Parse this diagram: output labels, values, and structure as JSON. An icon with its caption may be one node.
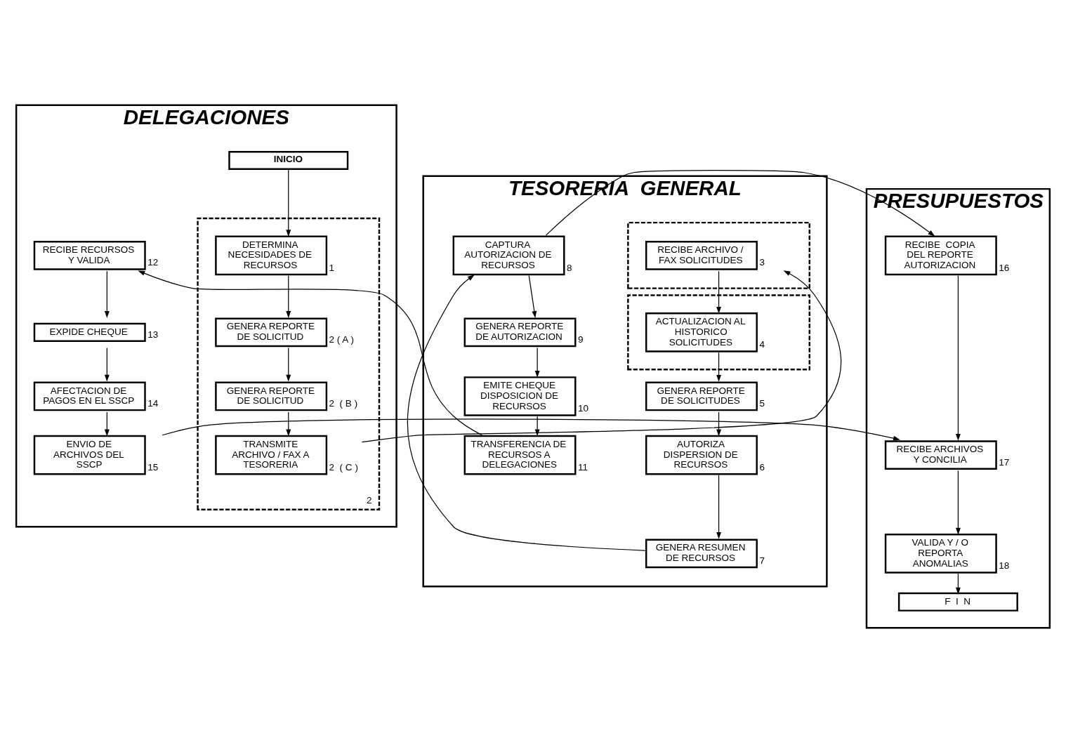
{
  "diagram": {
    "nodes": [
      {
        "text": [
          "DELEGACIONES"
        ]
      },
      {
        "text": [
          "TESORERIA  GENERAL"
        ]
      },
      {
        "text": [
          "PRESUPUESTOS"
        ]
      },
      {
        "text": [
          "INICIO"
        ],
        "in": 0
      },
      {
        "text": [],
        "shape": "box",
        "beside": [
          "2"
        ],
        "in": 0
      },
      {
        "text": [
          "DETERMINA NECESIDADES DE RECURSOS"
        ],
        "beside": [
          "1"
        ],
        "in": 4
      },
      {
        "text": [
          "GENERA REPORTE DE SOLICITUD"
        ],
        "beside": [
          "2 ( A )"
        ],
        "in": 4
      },
      {
        "text": [
          "GENERA REPORTE DE SOLICITUD"
        ],
        "beside": [
          "2  ( B )"
        ],
        "in": 4
      },
      {
        "text": [
          "TRANSMITE ARCHIVO / FAX A TESORERIA"
        ],
        "beside": [
          "2  ( C )"
        ],
        "in": 4
      },
      {
        "text": [
          "RECIBE RECURSOS Y VALIDA"
        ],
        "beside": [
          "12"
        ],
        "in": 0
      },
      {
        "text": [
          "EXPIDE CHEQUE"
        ],
        "beside": [
          "13"
        ],
        "in": 0
      },
      {
        "text": [
          "AFECTACION DE PAGOS EN EL SSCP"
        ],
        "beside": [
          "14"
        ],
        "in": 0
      },
      {
        "text": [
          "ENVIO DE ARCHIVOS DEL SSCP"
        ],
        "beside": [
          "15"
        ],
        "in": 0
      },
      {
        "text": [],
        "shape": "box",
        "in": 1
      },
      {
        "text": [
          "RECIBE ARCHIVO / FAX SOLICITUDES"
        ],
        "beside": [
          "3"
        ],
        "in": 13
      },
      {
        "text": [],
        "shape": "box",
        "in": 1
      },
      {
        "text": [
          "ACTUALIZACION AL HISTORICO SOLICITUDES"
        ],
        "beside": [
          "4"
        ],
        "in": 15
      },
      {
        "text": [
          "GENERA REPORTE DE SOLICITUDES"
        ],
        "beside": [
          "5"
        ],
        "in": 1
      },
      {
        "text": [
          "AUTORIZA DISPERSION DE RECURSOS"
        ],
        "beside": [
          "6"
        ],
        "in": 1
      },
      {
        "text": [
          "GENERA RESUMEN DE RECURSOS"
        ],
        "beside": [
          "7"
        ],
        "in": 1
      },
      {
        "text": [
          "CAPTURA AUTORIZACION DE RECURSOS"
        ],
        "beside": [
          "8"
        ],
        "in": 1
      },
      {
        "text": [
          "GENERA REPORTE DE AUTORIZACION"
        ],
        "beside": [
          "9"
        ],
        "in": 1
      },
      {
        "text": [
          "EMITE CHEQUE DISPOSICION DE RECURSOS"
        ],
        "beside": [
          "10"
        ],
        "in": 1
      },
      {
        "text": [
          "TRANSFERENCIA DE RECURSOS A DELEGACIONES"
        ],
        "beside": [
          "11"
        ],
        "in": 1
      },
      {
        "text": [
          "RECIBE  COPIA DEL REPORTE AUTORIZACION"
        ],
        "beside": [
          "16"
        ],
        "in": 2
      },
      {
        "text": [
          "RECIBE ARCHIVOS Y CONCILIA"
        ],
        "beside": [
          "17"
        ],
        "in": 2
      },
      {
        "text": [
          "VALIDA Y / O REPORTA ANOMALIAS"
        ],
        "beside": [
          "18"
        ],
        "in": 2
      },
      {
        "text": [
          "F  I  N"
        ],
        "in": 2
      }
    ],
    "edges": [
      {
        "from": 3,
        "to": 5,
        "arrow": "to"
      },
      {
        "from": 5,
        "to": 6,
        "arrow": "to"
      },
      {
        "from": 6,
        "to": 7,
        "arrow": "to"
      },
      {
        "from": 7,
        "to": 8,
        "arrow": "to"
      },
      {
        "from": 8,
        "to": 14,
        "arrow": "to"
      },
      {
        "from": 14,
        "to": 16,
        "arrow": "to"
      },
      {
        "from": 16,
        "to": 17,
        "arrow": "to"
      },
      {
        "from": 17,
        "to": 18,
        "arrow": "to"
      },
      {
        "from": 18,
        "to": 19,
        "arrow": "to"
      },
      {
        "from": 19,
        "to": 20,
        "arrow": "to"
      },
      {
        "from": 20,
        "to": 21,
        "arrow": "to"
      },
      {
        "from": 21,
        "to": 22,
        "arrow": "to"
      },
      {
        "from": 22,
        "to": 23,
        "arrow": "to"
      },
      {
        "from": 23,
        "to": 9,
        "arrow": "to"
      },
      {
        "from": 9,
        "to": 10,
        "arrow": "to"
      },
      {
        "from": 10,
        "to": 11,
        "arrow": "to"
      },
      {
        "from": 11,
        "to": 12,
        "arrow": "to"
      },
      {
        "from": 20,
        "to": 24,
        "arrow": "to"
      },
      {
        "from": 24,
        "to": 25,
        "arrow": "to"
      },
      {
        "from": 12,
        "to": 25,
        "arrow": "to"
      },
      {
        "from": 25,
        "to": 26,
        "arrow": "to"
      },
      {
        "from": 26,
        "to": 27,
        "arrow": "to"
      }
    ]
  }
}
